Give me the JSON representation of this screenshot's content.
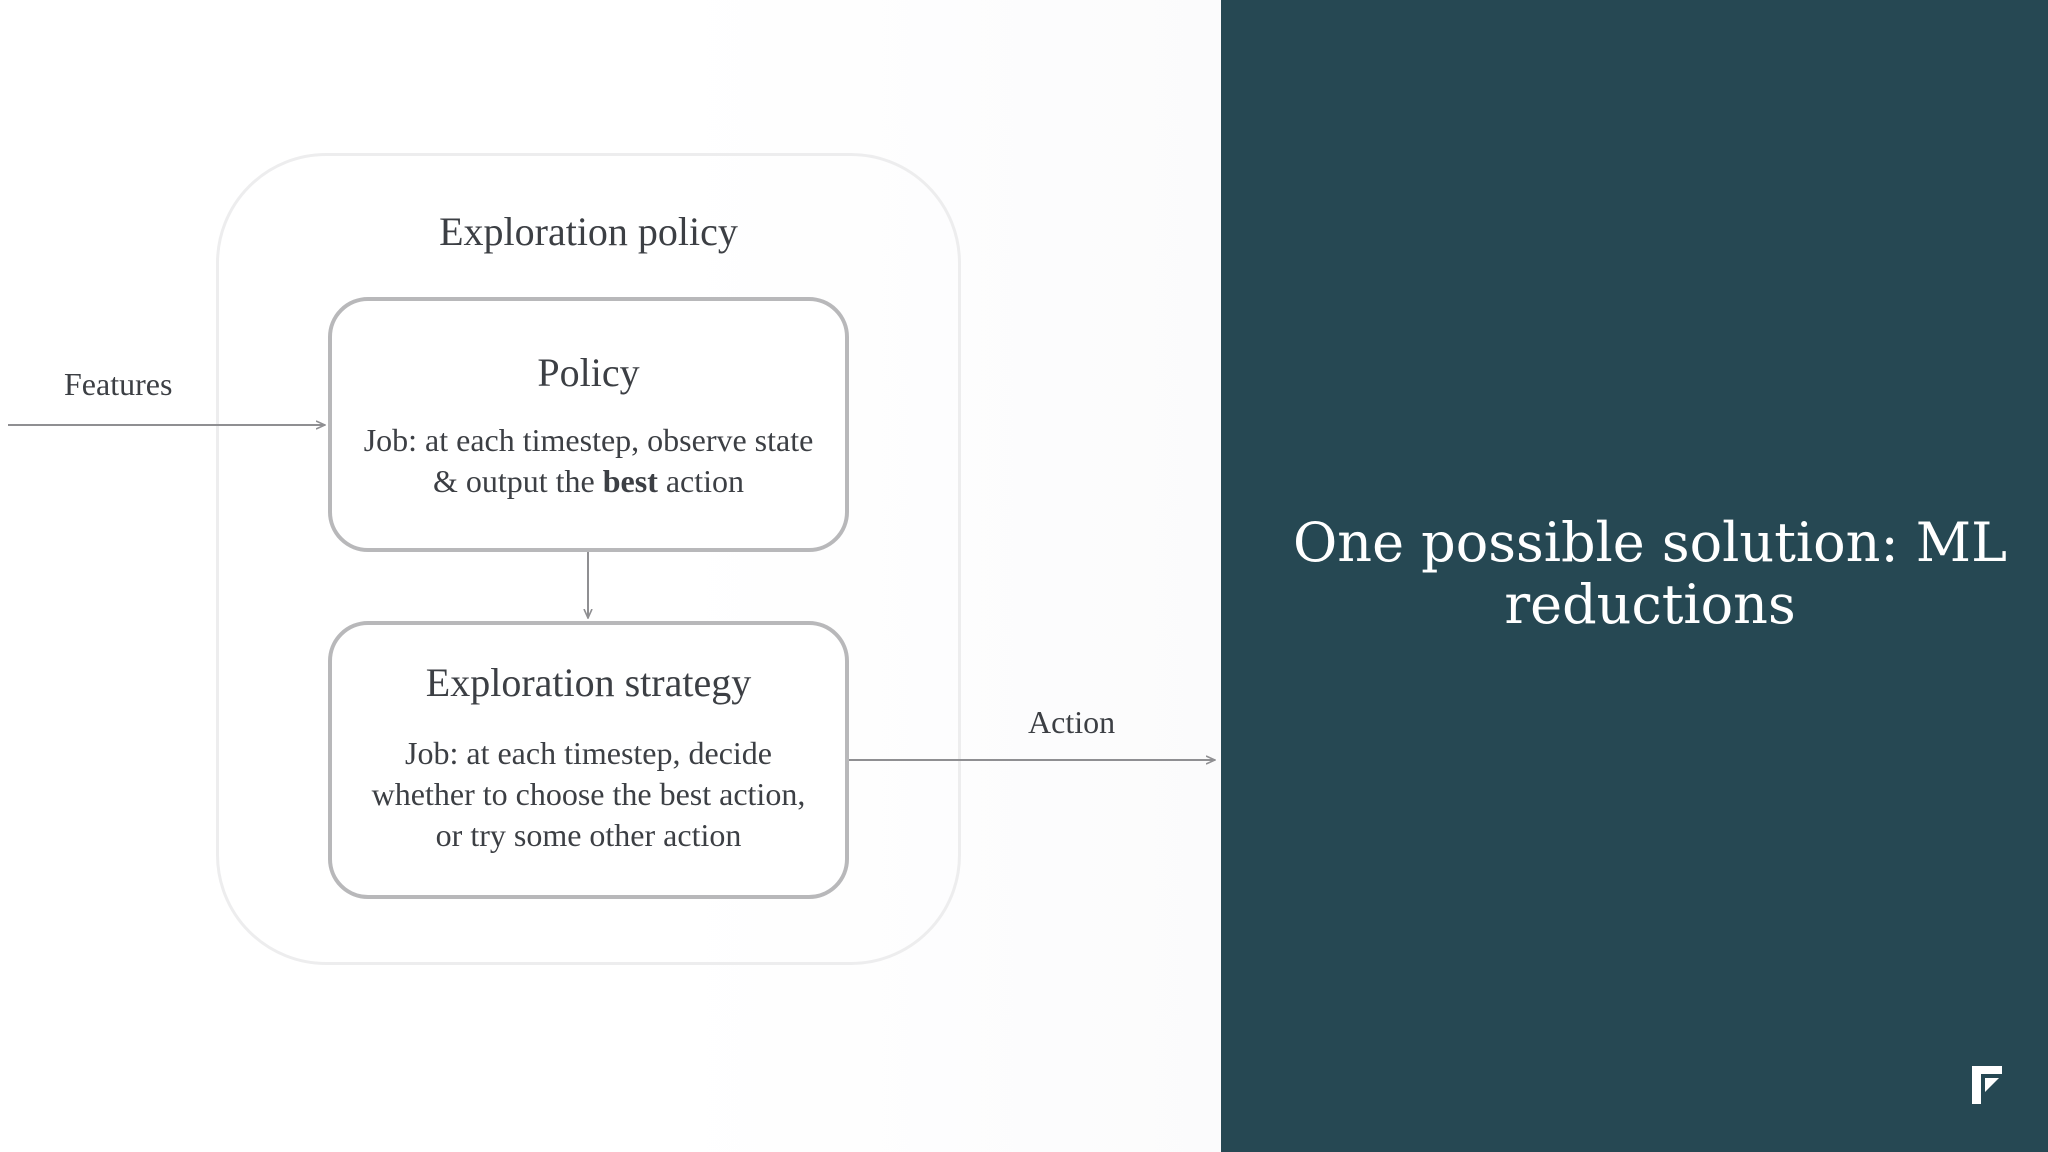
{
  "diagram": {
    "outer_title": "Exploration policy",
    "input_label": "Features",
    "output_label": "Action",
    "policy": {
      "title": "Policy",
      "body_line1": "Job: at each timestep, observe state",
      "body_line2_pre": "& output the ",
      "body_line2_bold": "best",
      "body_line2_post": " action"
    },
    "strategy": {
      "title": "Exploration strategy",
      "body_line1": "Job: at each timestep, decide",
      "body_line2": "whether to choose the best action,",
      "body_line3": "or try some other action"
    }
  },
  "panel": {
    "title": "One possible solution: ML reductions",
    "background_color": "#264853",
    "logo_icon": "brand-f-logo"
  }
}
